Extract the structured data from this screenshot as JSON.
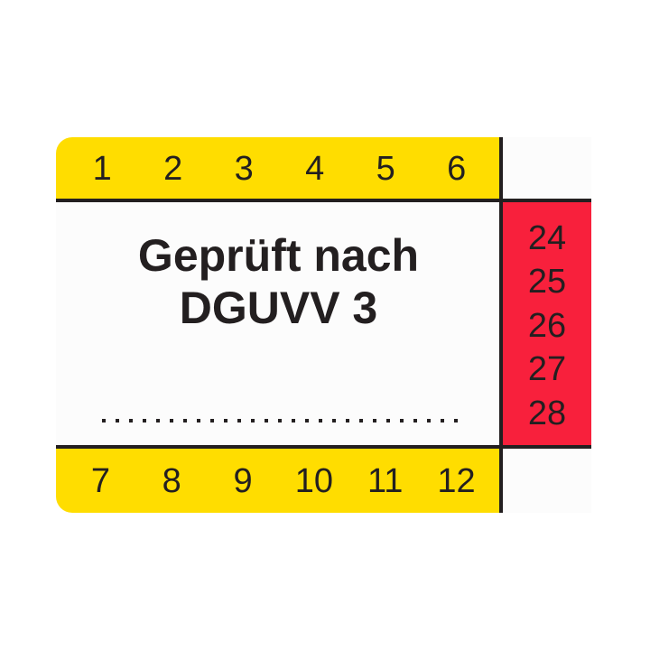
{
  "label": {
    "title_line1": "Geprüft nach",
    "title_line2": "DGUVV 3",
    "signature_line": "........................",
    "months_top": [
      "1",
      "2",
      "3",
      "4",
      "5",
      "6"
    ],
    "months_bottom": [
      "7",
      "8",
      "9",
      "10",
      "11",
      "12"
    ],
    "years": [
      "24",
      "25",
      "26",
      "27",
      "28"
    ],
    "colors": {
      "yellow_band": "#ffdd00",
      "year_column": "#f8203c",
      "lines_text": "#231f20",
      "background": "#fcfcfc"
    }
  }
}
